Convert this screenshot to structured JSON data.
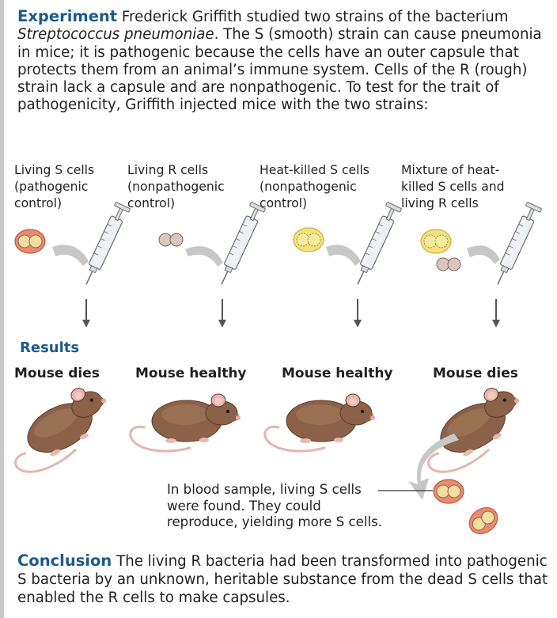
{
  "experiment": {
    "heading": "Experiment",
    "text_1": " Frederick Griffith studied two strains of the bacterium ",
    "species": "Streptococcus pneumoniae",
    "text_2": ". The S (smooth) strain can cause pneumonia in mice; it is pathogenic because the cells have an outer capsule that protects them from an animal’s immune system. Cells of the R (rough) strain lack a capsule and are nonpathogenic. To test for the trait of pathogenicity, Griffith injected mice with the two strains:"
  },
  "columns": [
    {
      "label_lines": [
        "Living S cells",
        "(pathogenic",
        "control)"
      ],
      "outcome": "Mouse dies",
      "syringe_color": "#f2b07e"
    },
    {
      "label_lines": [
        "Living R cells",
        "(nonpathogenic",
        "control)"
      ],
      "outcome": "Mouse healthy",
      "syringe_color": "#a3876b"
    },
    {
      "label_lines": [
        "Heat-killed S cells",
        "(nonpathogenic",
        "control)"
      ],
      "outcome": "Mouse healthy",
      "syringe_color": "#f3e64f"
    },
    {
      "label_lines": [
        "Mixture of heat-",
        "killed S cells and",
        "living R cells"
      ],
      "outcome": "Mouse dies",
      "syringe_color": "#f3d36a"
    }
  ],
  "results": {
    "heading": "Results"
  },
  "blood_sample": {
    "lines": [
      "In blood sample, living S cells",
      "were found. They could",
      "reproduce, yielding more S cells."
    ]
  },
  "conclusion": {
    "heading": "Conclusion",
    "text": " The living R bacteria had been transformed into pathogenic S bacteria by an unknown, heritable substance from the dead S cells that enabled the R cells to make capsules."
  },
  "colors": {
    "heading": "#1c5a8c",
    "s_cell_capsule": "#ea8a72",
    "s_cell_inner": "#f6dda4",
    "heat_killed_capsule": "#f4e27a",
    "r_cell": "#d9c6bf",
    "mouse_fur": "#8b6148",
    "arrow_gray": "#c7c7c7"
  }
}
